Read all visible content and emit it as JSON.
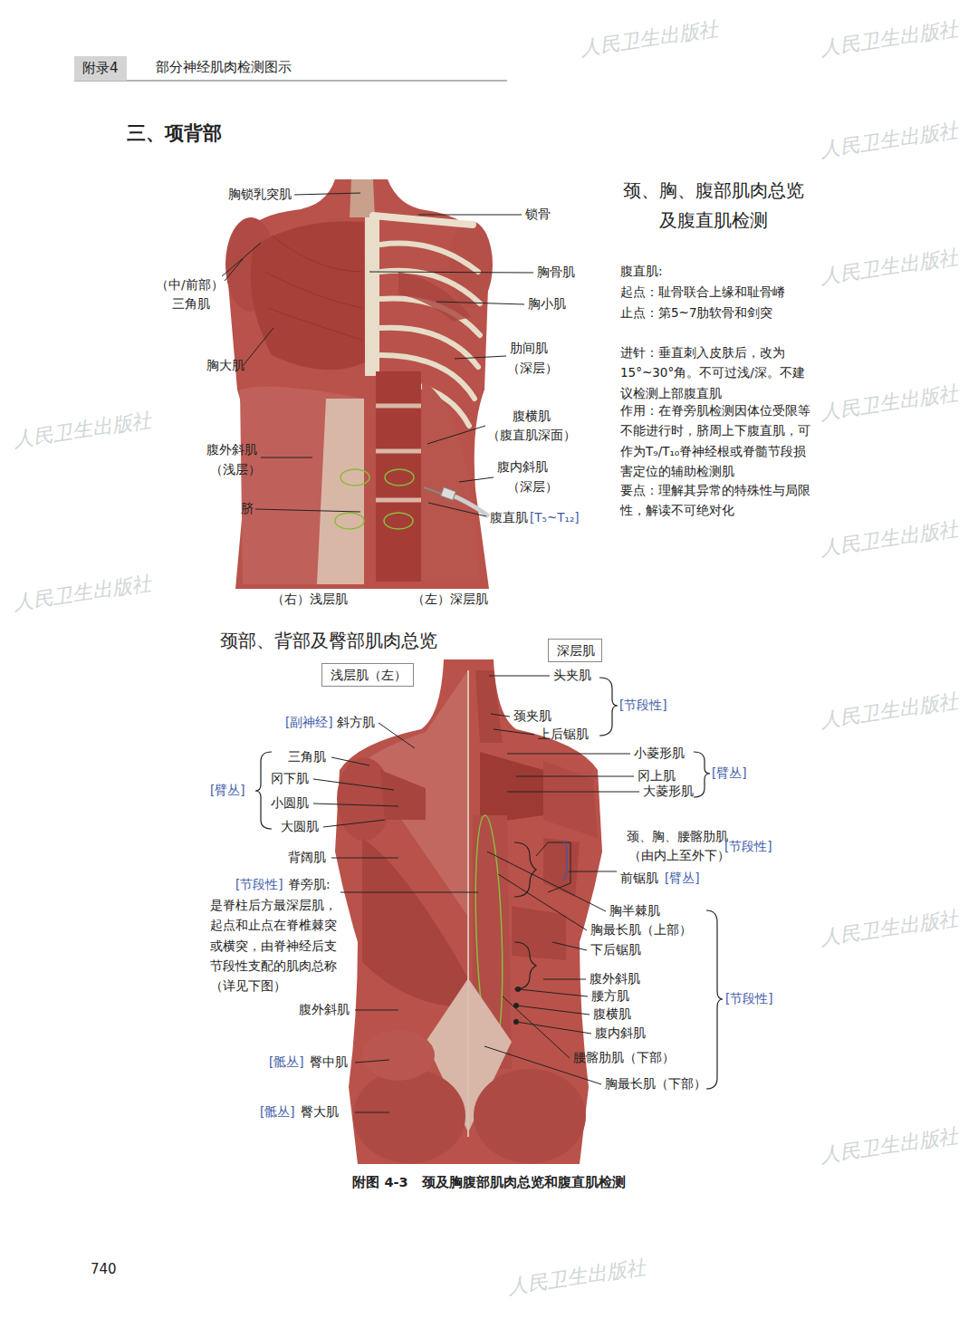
{
  "diagram": {
    "title": "三、项背部",
    "caption": "附图 4-3　颈及胸腹部肌肉总览和腹直肌检测",
    "nodes": [
      {
        "text": [
          "附录4"
        ]
      },
      {
        "text": [
          "深层肌"
        ]
      },
      {
        "text": [
          "浅层肌（左）"
        ]
      }
    ],
    "labels": [
      "部分神经肌肉检测图示",
      "胸锁乳突肌",
      "锁骨",
      "（中/前部）",
      "三角肌",
      "胸骨肌",
      "胸小肌",
      "肋间肌",
      "（深层）",
      "胸大肌",
      "腹横肌",
      "（腹直肌深面）",
      "腹外斜肌",
      "（浅层）",
      "腹内斜肌",
      "（深层）",
      "脐",
      "腹直肌",
      "[T₅~T₁₂]",
      "（右）浅层肌",
      "（左）深层肌",
      "颈、胸、腹部肌肉总览 及腹直肌检测",
      "腹直肌:",
      "起点：耻骨联合上缘和耻骨嵴",
      "止点：第5~7肋软骨和剑突",
      "进针：垂直刺入皮肤后，改为15°~30°角。不可过浅/深。不建议检测上部腹直肌",
      "作用：在脊旁肌检测因体位受限等不能进行时，脐周上下腹直肌，可作为T₉/T₁₀脊神经根或脊髓节段损害定位的辅助检测肌",
      "要点：理解其异常的特殊性与局限性，解读不可绝对化",
      "颈部、背部及臀部肌肉总览",
      "头夹肌",
      "颈夹肌",
      "上后锯肌",
      "[节段性]",
      "[副神经]",
      "斜方肌",
      "小菱形肌",
      "冈上肌",
      "大菱形肌",
      "[臂丛]",
      "三角肌",
      "冈下肌",
      "小圆肌",
      "大圆肌",
      "[臂丛]",
      "背阔肌",
      "颈、胸、腰髂肋肌",
      "（由内上至外下）",
      "[节段性]",
      "前锯肌",
      "[臂丛]",
      "[节段性]",
      "脊旁肌:",
      "是脊柱后方最深层肌，起点和止点在脊椎棘突或横突，由脊神经后支节段性支配的肌肉总称（详见下图）",
      "胸半棘肌",
      "胸最长肌（上部）",
      "下后锯肌",
      "腹外斜肌",
      "腰方肌",
      "腹横肌",
      "腹内斜肌",
      "腰髂肋肌（下部）",
      "胸最长肌（下部）",
      "[节段性]",
      "腹外斜肌",
      "[骶丛]",
      "臀中肌",
      "[骶丛]",
      "臀大肌",
      "740",
      "人民卫生出版社",
      "人民卫生出版社",
      "人民卫生出版社",
      "人民卫生出版社",
      "人民卫生出版社",
      "人民卫生出版社",
      "人民卫生出版社",
      "人民卫生出版社",
      "人民卫生出版社",
      "人民卫生出版社",
      "人民卫生出版社",
      "人民卫生出版社"
    ]
  }
}
